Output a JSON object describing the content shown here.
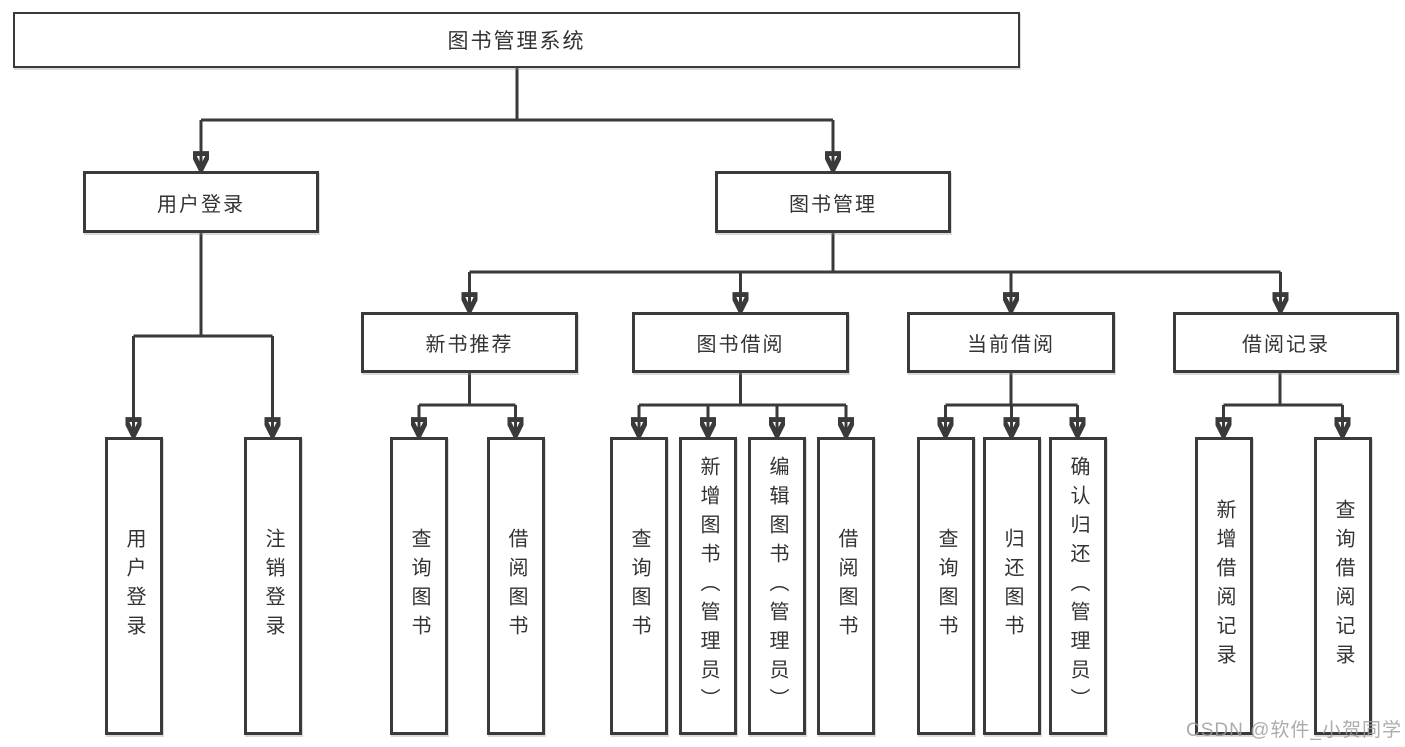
{
  "tree": {
    "root": "图书管理系统",
    "user_login": {
      "label": "用户登录",
      "children": [
        "用户登录",
        "注销登录"
      ]
    },
    "book_management": {
      "label": "图书管理",
      "modules": [
        {
          "label": "新书推荐",
          "children": [
            "查询图书",
            "借阅图书"
          ]
        },
        {
          "label": "图书借阅",
          "children": [
            "查询图书",
            "新增图书（管理员）",
            "编辑图书（管理员）",
            "借阅图书"
          ]
        },
        {
          "label": "当前借阅",
          "children": [
            "查询图书",
            "归还图书",
            "确认归还（管理员）"
          ]
        },
        {
          "label": "借阅记录",
          "children": [
            "新增借阅记录",
            "查询借阅记录"
          ]
        }
      ]
    }
  },
  "watermark": {
    "text": "CSDN @软件_小贺同学"
  },
  "colors": {
    "line": "#3a3a3a",
    "box_border": "#3a3a3a",
    "text": "#333333",
    "watermark": "#9e9e9e",
    "background": "#ffffff"
  }
}
